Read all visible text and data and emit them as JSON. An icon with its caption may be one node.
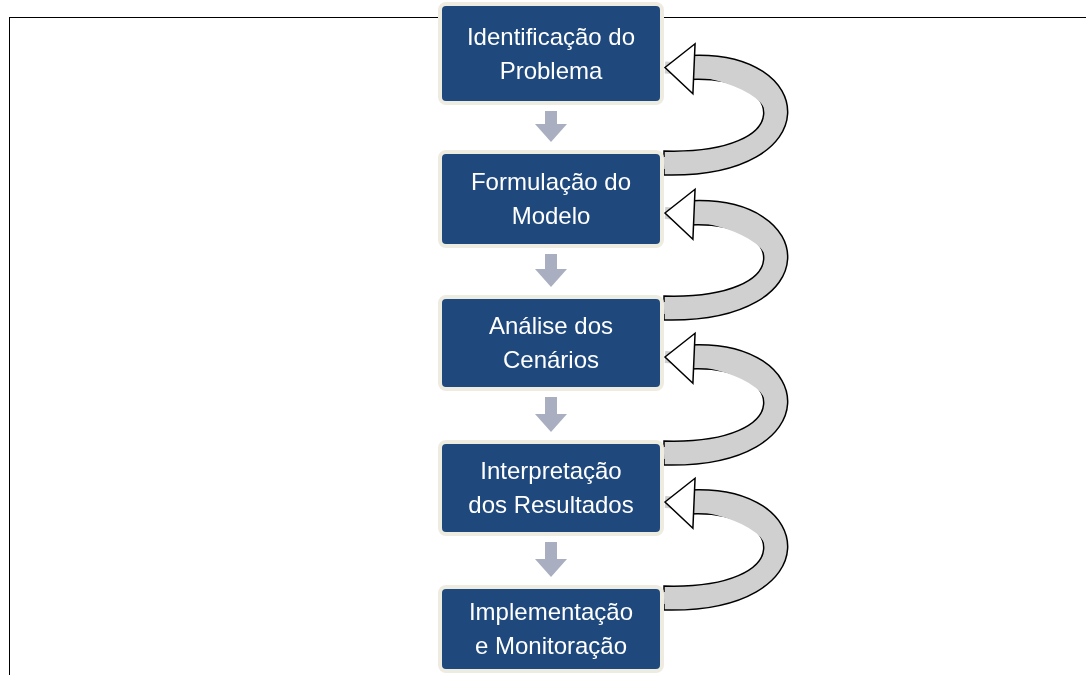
{
  "diagram": {
    "nodes": [
      {
        "text": [
          "Identificação do Problema"
        ]
      },
      {
        "text": [
          "Formulação do Modelo"
        ]
      },
      {
        "text": [
          "Análise dos Cenários"
        ]
      },
      {
        "text": [
          "Interpretação dos Resultados"
        ]
      },
      {
        "text": [
          "Implementação e Monitoração"
        ]
      }
    ],
    "edges": [
      {
        "from": 0,
        "to": 1,
        "arrow": "to"
      },
      {
        "from": 1,
        "to": 0,
        "arrow": "to",
        "color": "#d0d0d0"
      },
      {
        "from": 1,
        "to": 2,
        "arrow": "to"
      },
      {
        "from": 2,
        "to": 1,
        "arrow": "to",
        "color": "#d0d0d0"
      },
      {
        "from": 2,
        "to": 3,
        "arrow": "to"
      },
      {
        "from": 3,
        "to": 2,
        "arrow": "to",
        "color": "#d0d0d0"
      },
      {
        "from": 3,
        "to": 4,
        "arrow": "to"
      },
      {
        "from": 4,
        "to": 3,
        "arrow": "to",
        "color": "#d0d0d0"
      }
    ]
  }
}
